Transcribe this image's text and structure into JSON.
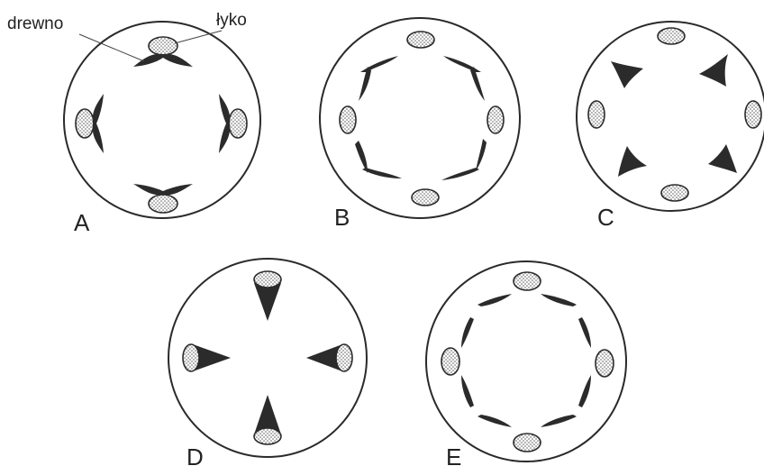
{
  "annotations": {
    "xylem": "drewno",
    "phloem": "łyko"
  },
  "panels": [
    {
      "id": "A",
      "label": "A",
      "pattern": "four phloem patches, each with a paired crescent of xylem on the inner side"
    },
    {
      "id": "B",
      "label": "B",
      "pattern": "four phloem patches alternating with four pairs of bent xylem strands"
    },
    {
      "id": "C",
      "label": "C",
      "pattern": "four phloem patches alternating with four triangular xylem strands"
    },
    {
      "id": "D",
      "label": "D",
      "pattern": "four wedges: phloem on the outside, xylem tapering inward"
    },
    {
      "id": "E",
      "label": "E",
      "pattern": "four phloem patches with four pairs of curved xylem strands"
    }
  ],
  "colors": {
    "outline": "#2a2a2a",
    "xylem": "#2b2b2b",
    "phloem_fill": "#ffffff",
    "phloem_dots": "#555555"
  }
}
